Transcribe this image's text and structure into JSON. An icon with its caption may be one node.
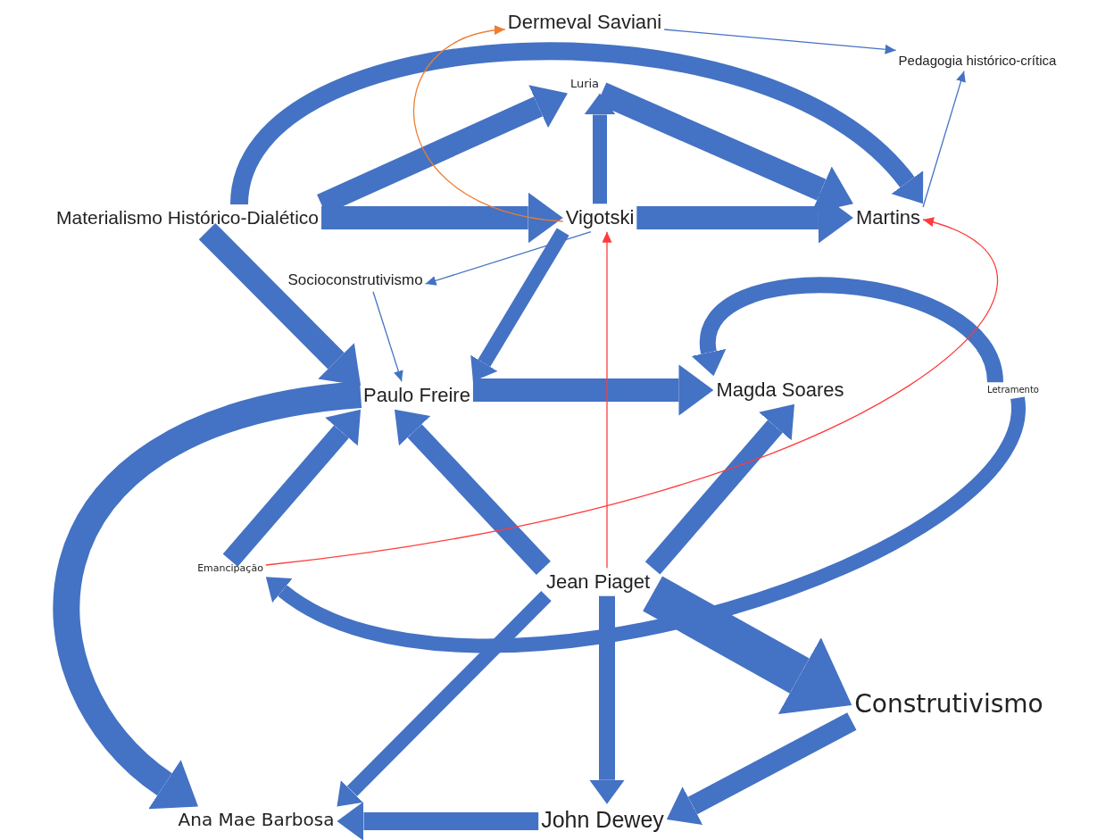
{
  "diagram": {
    "nodes": [
      {
        "text": [
          "Dermeval Saviani"
        ]
      },
      {
        "text": [
          "Pedagogia histórico-crítica"
        ]
      },
      {
        "text": [
          "Luria"
        ]
      },
      {
        "text": [
          "Materialismo Histórico-Dialético"
        ]
      },
      {
        "text": [
          "Vigotski"
        ]
      },
      {
        "text": [
          "Martins"
        ]
      },
      {
        "text": [
          "Socioconstrutivismo"
        ]
      },
      {
        "text": [
          "Paulo Freire"
        ]
      },
      {
        "text": [
          "Magda Soares"
        ]
      },
      {
        "text": [
          "Letramento"
        ]
      },
      {
        "text": [
          "Emancipação"
        ]
      },
      {
        "text": [
          "Jean Piaget"
        ]
      },
      {
        "text": [
          "Construtivismo"
        ]
      },
      {
        "text": [
          "Ana Mae Barbosa"
        ]
      },
      {
        "text": [
          "John Dewey"
        ]
      }
    ],
    "edges": [
      {
        "from": 3,
        "to": 2,
        "arrow": "to"
      },
      {
        "from": 3,
        "to": 4,
        "arrow": "to"
      },
      {
        "from": 3,
        "to": 5,
        "arrow": "to"
      },
      {
        "from": 3,
        "to": 7,
        "arrow": "to"
      },
      {
        "from": 4,
        "to": 2,
        "arrow": "to"
      },
      {
        "from": 4,
        "to": 5,
        "arrow": "to"
      },
      {
        "from": 2,
        "to": 5,
        "arrow": "to"
      },
      {
        "from": 4,
        "to": 7,
        "arrow": "to"
      },
      {
        "from": 7,
        "to": 8,
        "arrow": "to"
      },
      {
        "from": 9,
        "to": 8,
        "arrow": "to"
      },
      {
        "from": 10,
        "to": 7,
        "arrow": "to"
      },
      {
        "from": 11,
        "to": 7,
        "arrow": "to"
      },
      {
        "from": 11,
        "to": 8,
        "arrow": "to"
      },
      {
        "from": 9,
        "to": 10,
        "arrow": "to"
      },
      {
        "from": 7,
        "to": 13,
        "arrow": "to"
      },
      {
        "from": 11,
        "to": 13,
        "arrow": "to"
      },
      {
        "from": 11,
        "to": 14,
        "arrow": "to"
      },
      {
        "from": 11,
        "to": 12,
        "arrow": "to",
        "style": "thick"
      },
      {
        "from": 12,
        "to": 14,
        "arrow": "to"
      },
      {
        "from": 14,
        "to": 13,
        "arrow": "to"
      },
      {
        "from": 0,
        "to": 1,
        "arrow": "to"
      },
      {
        "from": 5,
        "to": 1,
        "arrow": "to"
      },
      {
        "from": 4,
        "to": 6,
        "arrow": "to"
      },
      {
        "from": 6,
        "to": 7,
        "arrow": "to"
      },
      {
        "from": 4,
        "to": 0,
        "arrow": "to",
        "color": "#ed7d31"
      },
      {
        "from": 11,
        "to": 4,
        "arrow": "to",
        "color": "#ff3b3b"
      },
      {
        "from": 10,
        "to": 5,
        "arrow": "to",
        "color": "#ff3b3b"
      }
    ]
  }
}
